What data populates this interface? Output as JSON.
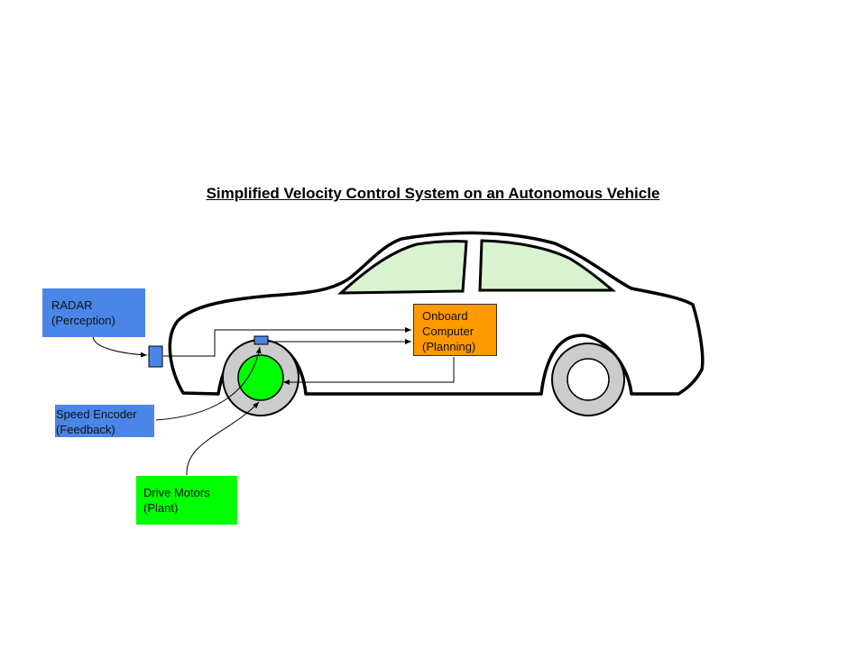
{
  "title": "Simplified Velocity Control System on an Autonomous Vehicle",
  "colors": {
    "perception_blue": "#4a86e8",
    "plant_green": "#00ff00",
    "planning_orange": "#ff9900",
    "window_tint": "#d9f2d0",
    "tire_gray": "#cccccc",
    "outline": "#000000"
  },
  "components": {
    "radar": {
      "line1": "RADAR",
      "line2": "(Perception)"
    },
    "encoder": {
      "line1": "Speed Encoder",
      "line2": "(Feedback)"
    },
    "motors": {
      "line1": "Drive Motors",
      "line2": "(Plant)"
    },
    "computer": {
      "line1": "Onboard",
      "line2": "Computer",
      "line3": "(Planning)"
    }
  }
}
